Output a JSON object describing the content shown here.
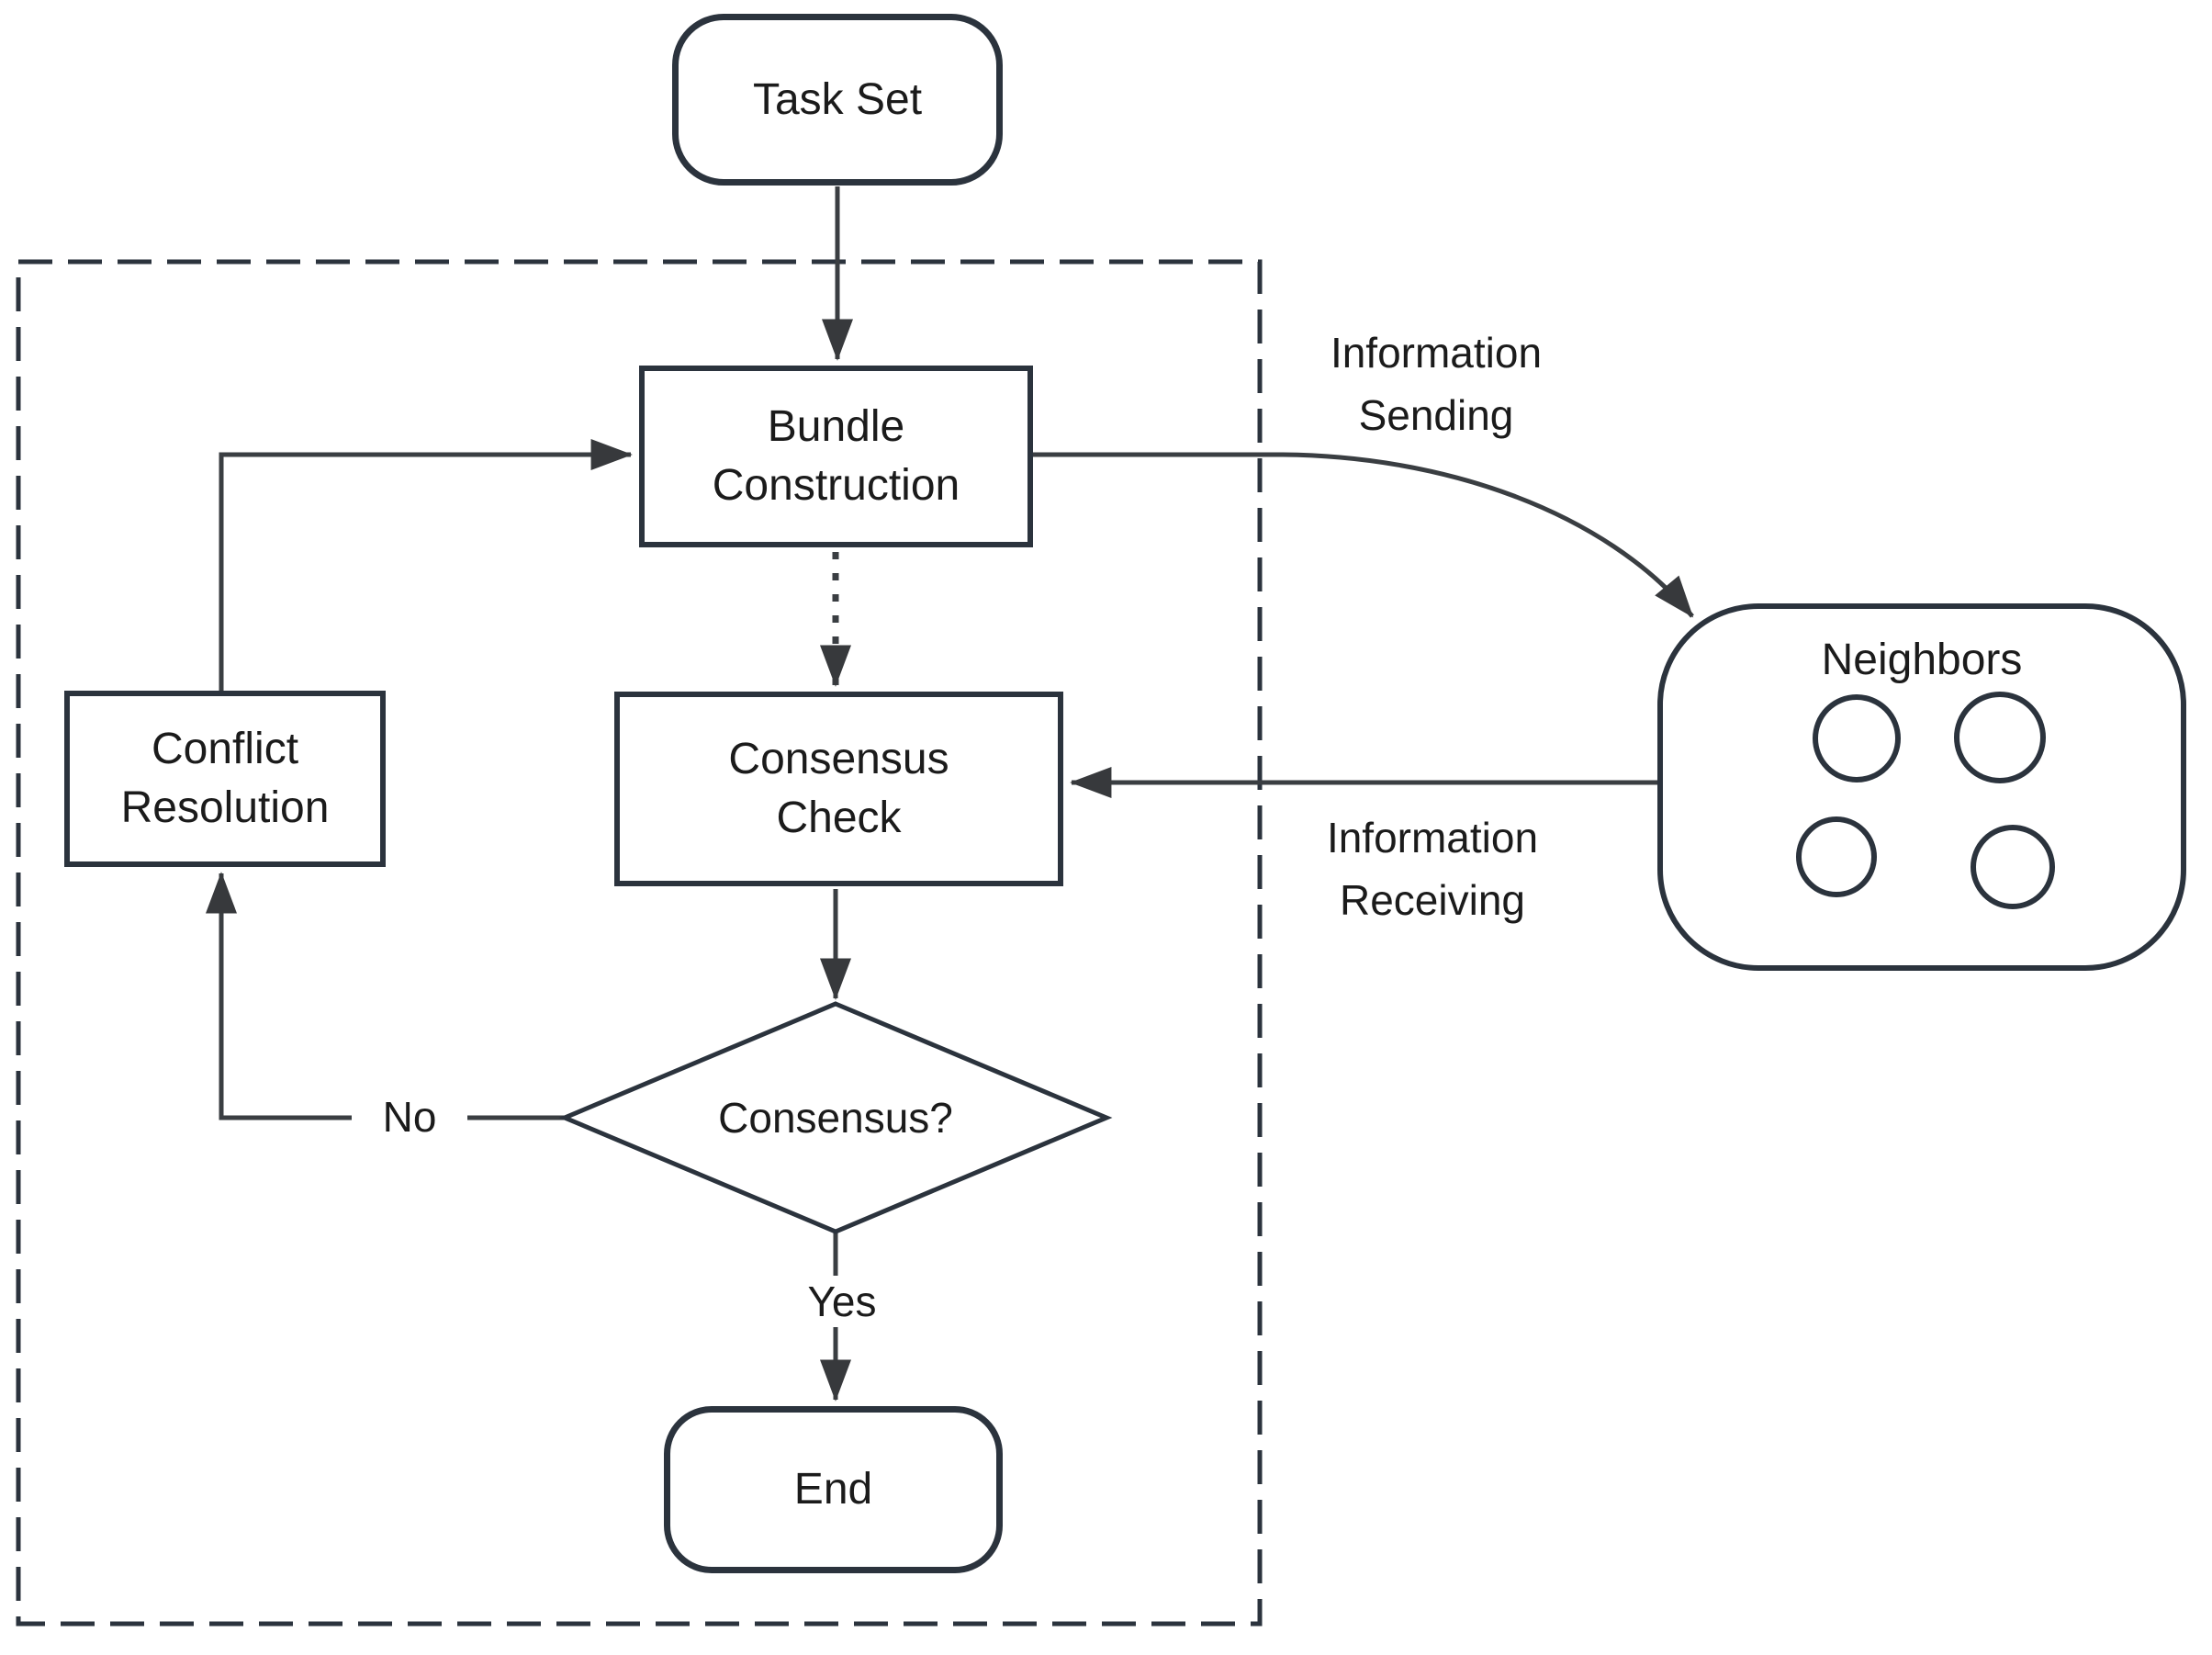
{
  "figure_type": "flowchart",
  "colors": {
    "box_stroke": "#2b333d",
    "line_stroke": "#3a3e42",
    "text": "#1b1b1b",
    "background": "#ffffff"
  },
  "nodes": {
    "task_set": {
      "label": "Task Set",
      "shape": "rounded"
    },
    "bundle_construction": {
      "label": "Bundle\nConstruction",
      "shape": "rect"
    },
    "consensus_check": {
      "label": "Consensus\nCheck",
      "shape": "rect"
    },
    "conflict_resolution": {
      "label": "Conflict\nResolution",
      "shape": "rect"
    },
    "decision": {
      "label": "Consensus?",
      "shape": "diamond"
    },
    "end": {
      "label": "End",
      "shape": "rounded"
    },
    "neighbors": {
      "label": "Neighbors",
      "shape": "rounded",
      "agent_circle_count": 4
    }
  },
  "edge_labels": {
    "yes": "Yes",
    "no": "No",
    "information_sending": "Information\nSending",
    "information_receiving": "Information\nReceiving"
  }
}
